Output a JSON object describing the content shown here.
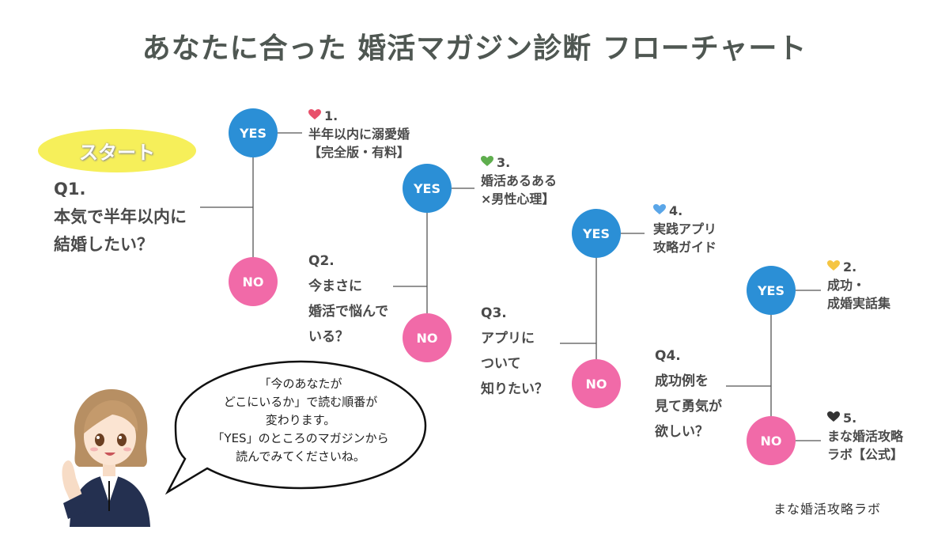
{
  "title": "あなたに合った 婚活マガジン診断 フローチャート",
  "start_label": "スタート",
  "questions": {
    "q1": {
      "num": "Q1.",
      "lines": [
        "本気で半年以内に",
        "結婚したい？"
      ]
    },
    "q2": {
      "num": "Q2.",
      "lines": [
        "今まさに",
        "婚活で悩んで",
        "いる？"
      ]
    },
    "q3": {
      "num": "Q3.",
      "lines": [
        "アプリに",
        "ついて",
        "知りたい？"
      ]
    },
    "q4": {
      "num": "Q4.",
      "lines": [
        "成功例を",
        "見て勇気が",
        "欲しい？"
      ]
    }
  },
  "answers": {
    "yes": "YES",
    "no": "NO"
  },
  "results": {
    "r1": {
      "num": "1.",
      "icon": "heart-sparkle-icon",
      "color": "#e8506b",
      "lines": [
        "半年以内に溺愛婚",
        "【完全版・有料】"
      ]
    },
    "r3": {
      "num": "3.",
      "icon": "green-heart-icon",
      "color": "#5fae4e",
      "lines": [
        "婚活あるある",
        "×男性心理】"
      ]
    },
    "r4": {
      "num": "4.",
      "icon": "blue-heart-icon",
      "color": "#5aa6e8",
      "lines": [
        "実践アプリ",
        "攻略ガイド"
      ]
    },
    "r2": {
      "num": "2.",
      "icon": "yellow-heart-icon",
      "color": "#f5c542",
      "lines": [
        "成功・",
        "成婚実話集"
      ]
    },
    "r5": {
      "num": "5.",
      "icon": "black-heart-icon",
      "color": "#333333",
      "lines": [
        "まな婚活攻略",
        "ラボ【公式】"
      ]
    }
  },
  "speech": [
    "「今のあなたが",
    "どこにいるか」で読む順番が",
    "変わります。",
    "「YES」のところのマガジンから",
    "読んでみてくださいね。"
  ],
  "footer": "まな婚活攻略ラボ",
  "colors": {
    "yes": "#2b8fd6",
    "no": "#f16aa8",
    "start": "#f6ef5a",
    "title": "#4f5752"
  }
}
